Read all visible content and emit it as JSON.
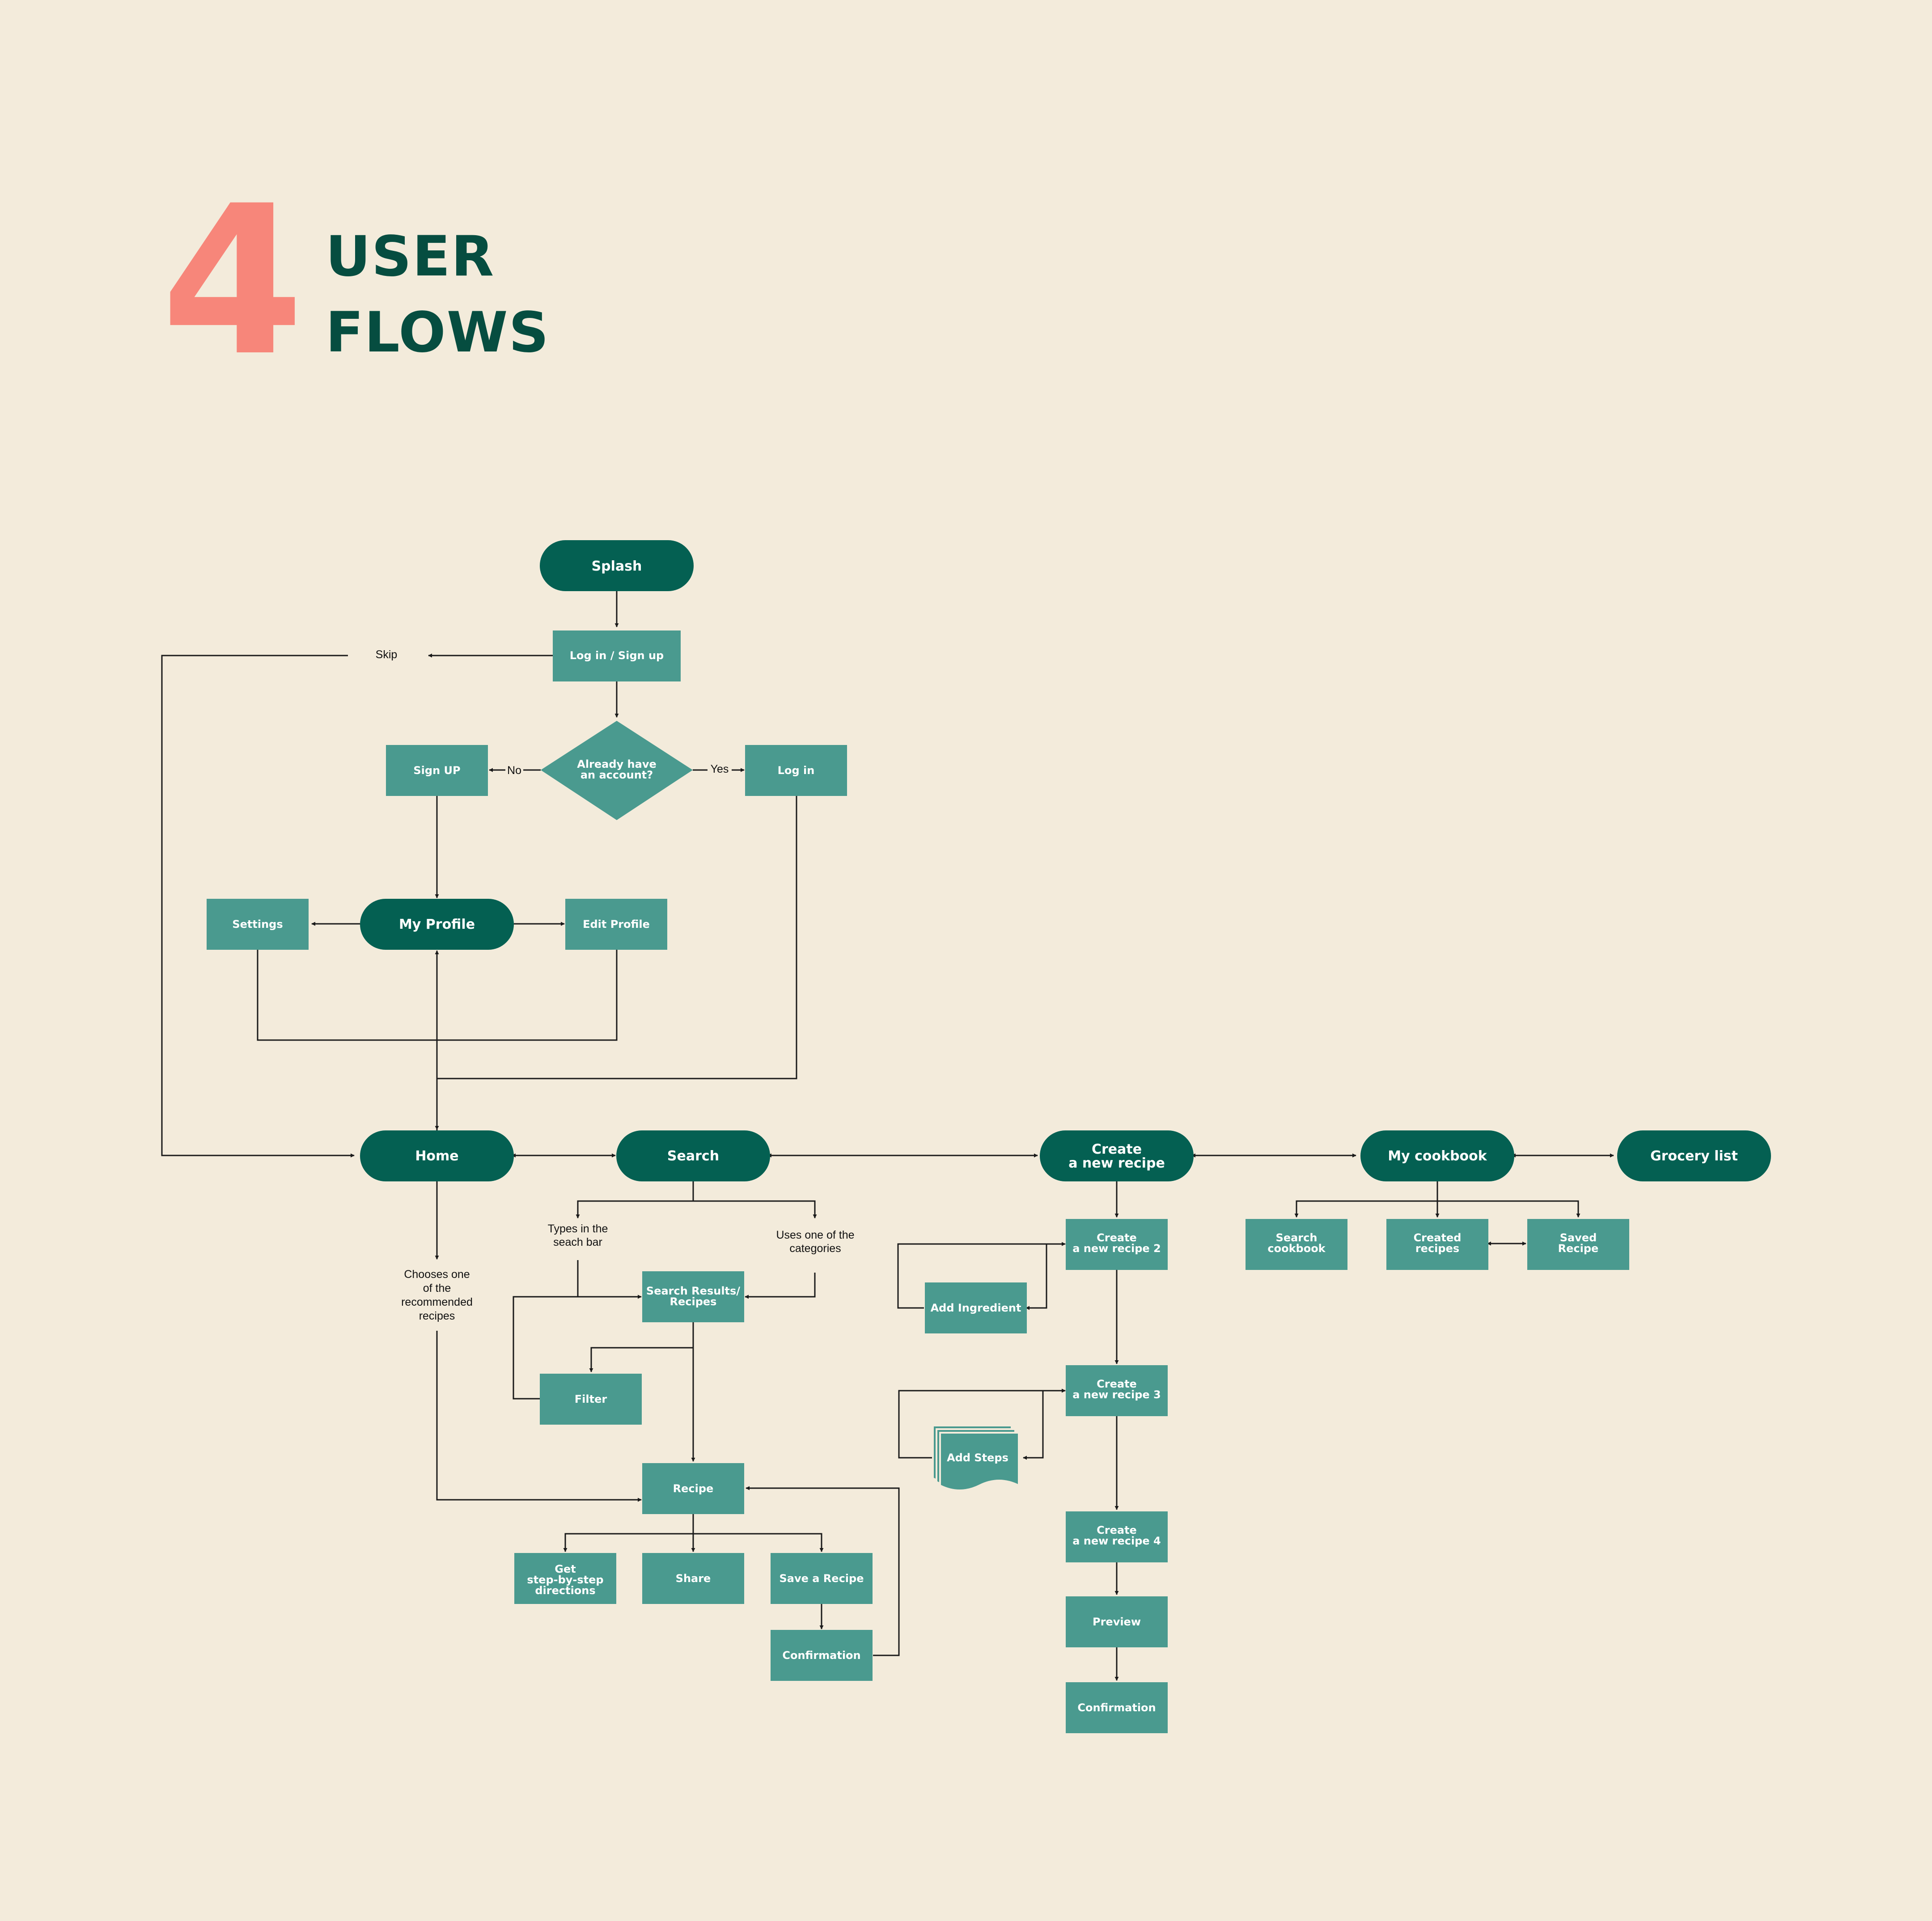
{
  "header": {
    "number": "4",
    "title_line1": "USER",
    "title_line2": "FLOWS"
  },
  "colors": {
    "background": "#f3ebdb",
    "accent": "#f7867a",
    "dark_green": "#046052",
    "teal": "#4a9a8f",
    "title": "#064d40"
  },
  "nodes": {
    "splash": [
      "Splash"
    ],
    "login_signup": [
      "Log in / Sign up"
    ],
    "already_have_account": [
      "Already have",
      "an account?"
    ],
    "sign_up": [
      "Sign UP"
    ],
    "log_in": [
      "Log in"
    ],
    "my_profile": [
      "My Profile"
    ],
    "settings": [
      "Settings"
    ],
    "edit_profile": [
      "Edit Profile"
    ],
    "home": [
      "Home"
    ],
    "search": [
      "Search"
    ],
    "create_new_recipe": [
      "Create",
      "a new recipe"
    ],
    "my_cookbook": [
      "My cookbook"
    ],
    "grocery_list": [
      "Grocery list"
    ],
    "search_results": [
      "Search Results/",
      "Recipes"
    ],
    "filter": [
      "Filter"
    ],
    "recipe": [
      "Recipe"
    ],
    "get_directions": [
      "Get",
      "step-by-step",
      "directions"
    ],
    "share": [
      "Share"
    ],
    "save_recipe": [
      "Save a Recipe"
    ],
    "confirmation_save": [
      "Confirmation"
    ],
    "create_recipe_2": [
      "Create",
      "a new recipe 2"
    ],
    "add_ingredient": [
      "Add Ingredient"
    ],
    "create_recipe_3": [
      "Create",
      "a new recipe 3"
    ],
    "add_steps": [
      "Add Steps"
    ],
    "create_recipe_4": [
      "Create",
      "a new recipe 4"
    ],
    "preview": [
      "Preview"
    ],
    "confirmation_create": [
      "Confirmation"
    ],
    "search_cookbook": [
      "Search",
      "cookbook"
    ],
    "created_recipes": [
      "Created",
      "recipes"
    ],
    "saved_recipe": [
      "Saved",
      "Recipe"
    ]
  },
  "notes": {
    "skip": [
      "Skip"
    ],
    "no": [
      "No"
    ],
    "yes": [
      "Yes"
    ],
    "types_search": [
      "Types in the",
      "seach bar"
    ],
    "uses_categories": [
      "Uses one of the",
      "categories"
    ],
    "chooses_recommended": [
      "Chooses one",
      "of the",
      "recommended",
      "recipes"
    ]
  }
}
